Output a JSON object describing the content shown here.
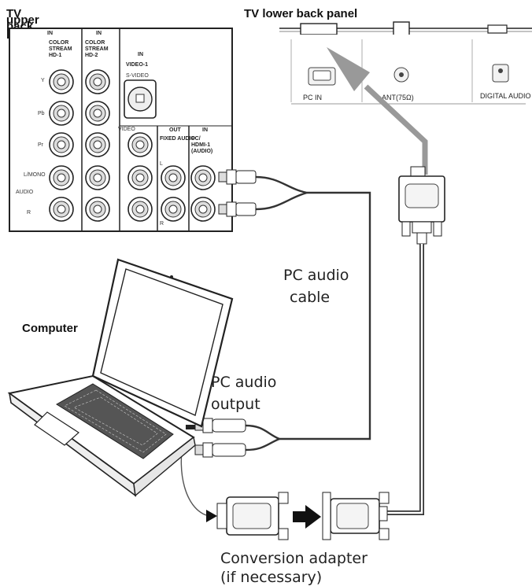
{
  "upper_panel": {
    "title": "TV upper back panel",
    "in_label_1": "IN",
    "in_label_2": "IN",
    "in_label_3": "IN",
    "in_label_4": "IN",
    "out_label": "OUT",
    "col1": "COLOR STREAM HD-1",
    "col2": "COLOR STREAM HD-2",
    "video1": "VIDEO-1",
    "svideo": "S-VIDEO",
    "video": "VIDEO",
    "fixed_audio": "FIXED AUDIO",
    "pc_hdmi": "PC/ HDMI-1 (AUDIO)",
    "row_y": "Y",
    "row_pb": "Pb",
    "row_pr": "Pr",
    "row_l": "L/MONO",
    "row_audio": "AUDIO",
    "row_r": "R",
    "l_mark": "L",
    "r_mark": "R"
  },
  "lower_panel": {
    "title": "TV lower back panel",
    "port_pc_in": "PC IN",
    "port_ant": "ANT(75Ω)",
    "port_digital": "DIGITAL AUDIO OUT"
  },
  "labels": {
    "pc_audio_cable": "PC audio cable",
    "computer": "Computer",
    "pc_audio_output": "PC audio output",
    "conversion_adapter": "Conversion adapter",
    "if_necessary": "(if necessary)"
  }
}
